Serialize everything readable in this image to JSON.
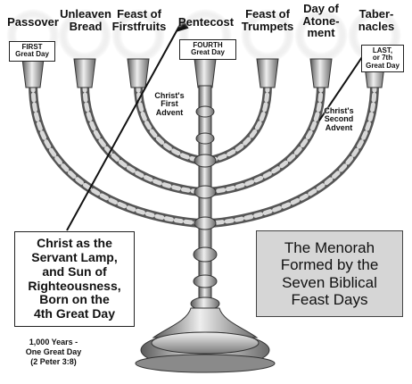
{
  "feasts": [
    {
      "name": "Passover",
      "day_label": "FIRST\nGreat Day"
    },
    {
      "name": "Unleaven\nBread",
      "day_label": ""
    },
    {
      "name": "Feast of\nFirstfruits",
      "day_label": ""
    },
    {
      "name": "Pentecost",
      "day_label": "FOURTH\nGreat Day"
    },
    {
      "name": "Feast of\nTrumpets",
      "day_label": ""
    },
    {
      "name": "Day of\nAtone-\nment",
      "day_label": ""
    },
    {
      "name": "Taber-\nnacles",
      "day_label": "LAST,\nor 7th\nGreat Day"
    }
  ],
  "annotations": {
    "first_advent": "Christ's\nFirst\nAdvent",
    "second_advent": "Christ's\nSecond\nAdvent",
    "servant_lamp": "Christ as the\nServant Lamp,\nand Sun of\nRighteousness,\nBorn on the\n4th Great Day",
    "title": "The Menorah\nFormed by the\nSeven Biblical\nFeast Days",
    "years_note": "1,000 Years -\nOne Great Day\n(2 Peter 3:8)"
  },
  "colors": {
    "metal_light": "#e2e2e2",
    "metal_dark": "#5a5a5a",
    "title_box_bg": "#d6d6d6",
    "outline": "#222222"
  }
}
